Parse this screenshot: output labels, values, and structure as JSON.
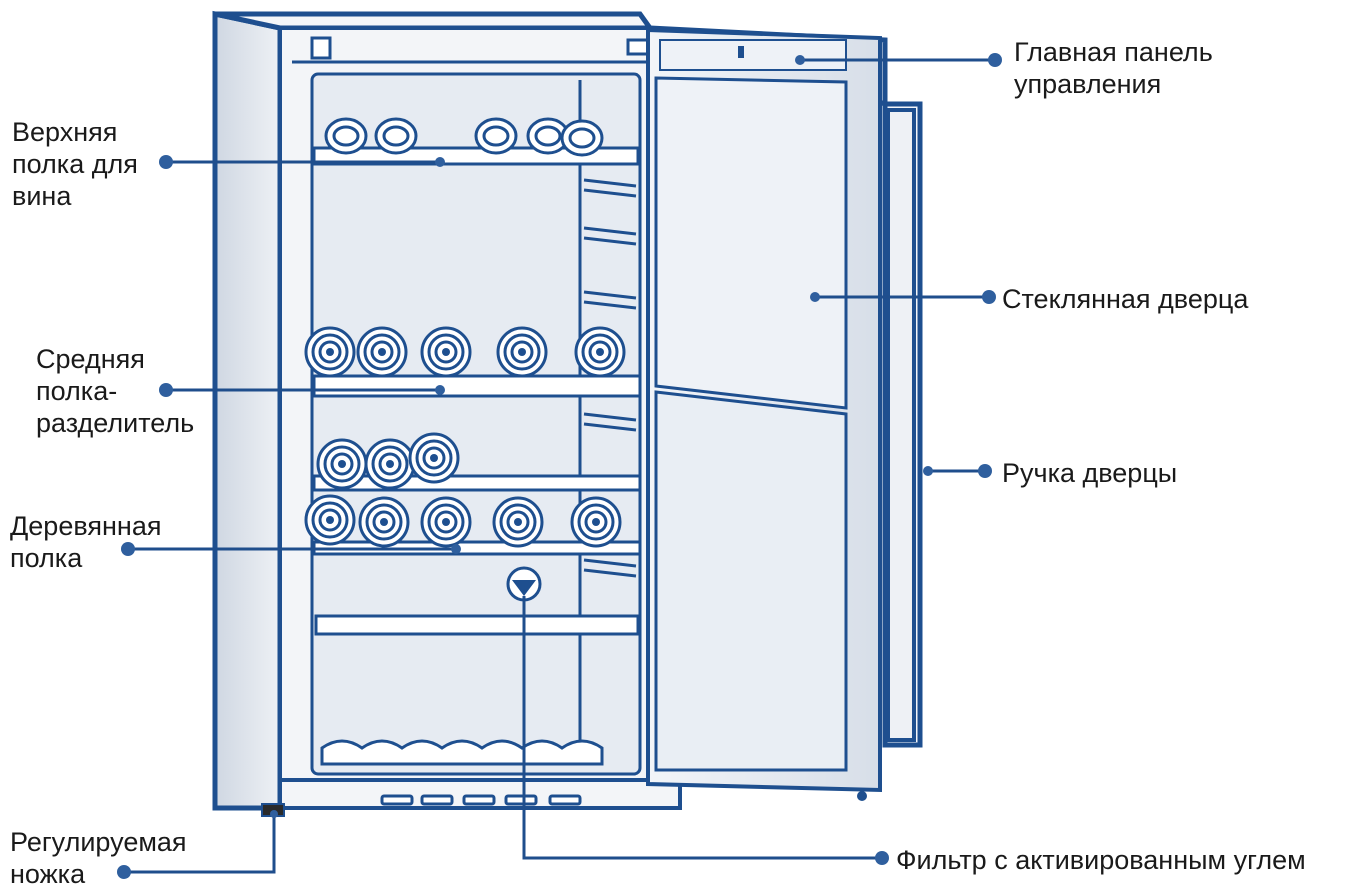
{
  "colors": {
    "line": "#1f4e8c",
    "dot": "#2f5f9e",
    "outline": "#1e4f8f",
    "interior": "#e6ebf2",
    "door": "#dde3eb",
    "text": "#1a1a1a"
  },
  "labels": {
    "control_panel": [
      "Главная панель",
      "управления"
    ],
    "top_shelf": [
      "Верхняя",
      "полка для",
      "вина"
    ],
    "glass_door": [
      "Стеклянная дверца"
    ],
    "middle_shelf": [
      "Средняя",
      "полка-",
      "разделитель"
    ],
    "door_handle": [
      "Ручка дверцы"
    ],
    "wooden_shelf": [
      "Деревянная",
      "полка"
    ],
    "adjustable_foot": [
      "Регулируемая",
      "ножка"
    ],
    "carbon_filter": [
      "Фильтр с активированным углем"
    ]
  }
}
